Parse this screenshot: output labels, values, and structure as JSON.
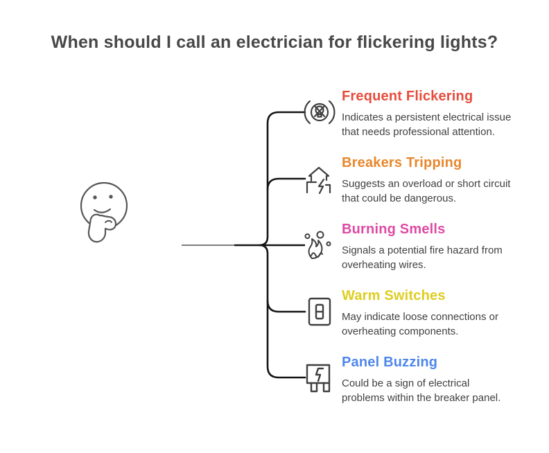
{
  "title": "When should I call an electrician for flickering lights?",
  "colors": {
    "title_text": "#484848",
    "body_text": "#3f3f3f",
    "connector_black": "#141414",
    "connector_gray": "#696969",
    "icon_stroke": "#3f3f3f",
    "face_stroke": "#565656",
    "background": "#ffffff"
  },
  "items": [
    {
      "title": "Frequent Flickering",
      "color": "#e74c3c",
      "icon": "flickering-bulb-icon",
      "desc_lines": {
        "l1": "Indicates a persistent electrical issue",
        "l2": "that needs professional attention."
      }
    },
    {
      "title": "Breakers Tripping",
      "color": "#e8872c",
      "icon": "house-lightning-icon",
      "desc_lines": {
        "l1": "Suggests an overload or short circuit",
        "l2": "that could be dangerous."
      }
    },
    {
      "title": "Burning Smells",
      "color": "#dd4aa4",
      "icon": "burning-smell-icon",
      "desc_lines": {
        "l1": "Signals a potential fire hazard from",
        "l2": "overheating wires."
      }
    },
    {
      "title": "Warm Switches",
      "color": "#decd20",
      "icon": "light-switch-icon",
      "desc_lines": {
        "l1": "May indicate loose connections or",
        "l2": "overheating components."
      }
    },
    {
      "title": "Panel Buzzing",
      "color": "#4d86ec",
      "icon": "breaker-panel-icon",
      "desc_lines": {
        "l1": "Could be a sign of electrical",
        "l2": "problems within the breaker panel."
      }
    }
  ]
}
